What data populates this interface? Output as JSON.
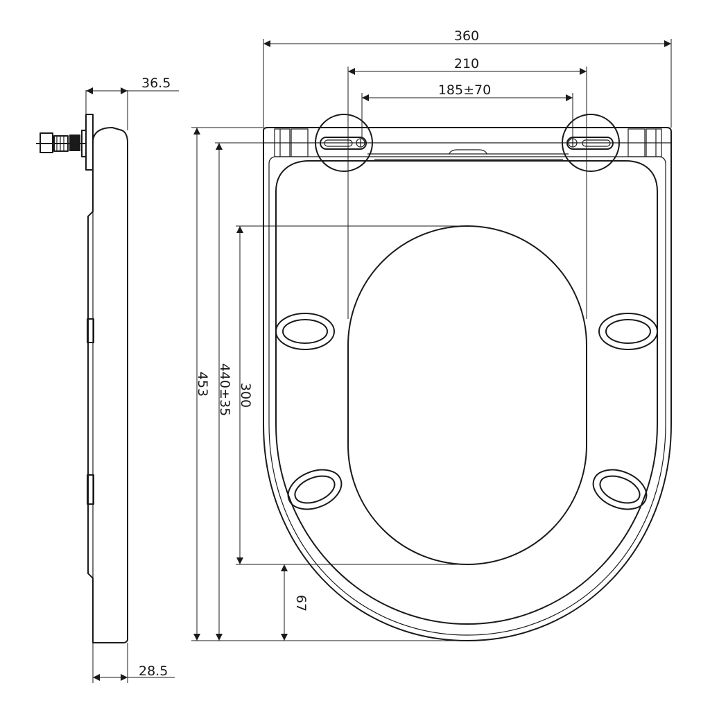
{
  "dimensions": {
    "overall_width": "360",
    "bolt_spacing_outer": "210",
    "bolt_spacing_range": "185±70",
    "overall_length": "453",
    "bolt_to_front": "440±35",
    "opening_length": "300",
    "front_rim": "67",
    "side_hinge_height": "36.5",
    "side_thickness": "28.5"
  }
}
